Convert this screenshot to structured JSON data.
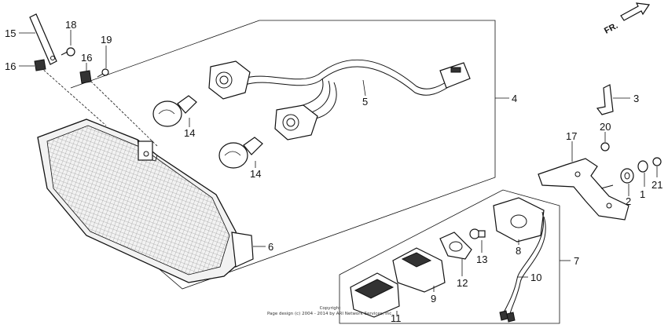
{
  "direction_label": "FR.",
  "copyright": {
    "line1": "Copyright",
    "line2": "Page design (c) 2004 - 2014 by ARI Network Services, Inc."
  },
  "callouts": {
    "p1": "1",
    "p2": "2",
    "p3": "3",
    "p4": "4",
    "p5": "5",
    "p6": "6",
    "p7": "7",
    "p8": "8",
    "p9": "9",
    "p10": "10",
    "p11": "11",
    "p12": "12",
    "p13": "13",
    "p14a": "14",
    "p14b": "14",
    "p15": "15",
    "p16a": "16",
    "p16b": "16",
    "p17": "17",
    "p18": "18",
    "p19": "19",
    "p20": "20",
    "p21": "21"
  }
}
